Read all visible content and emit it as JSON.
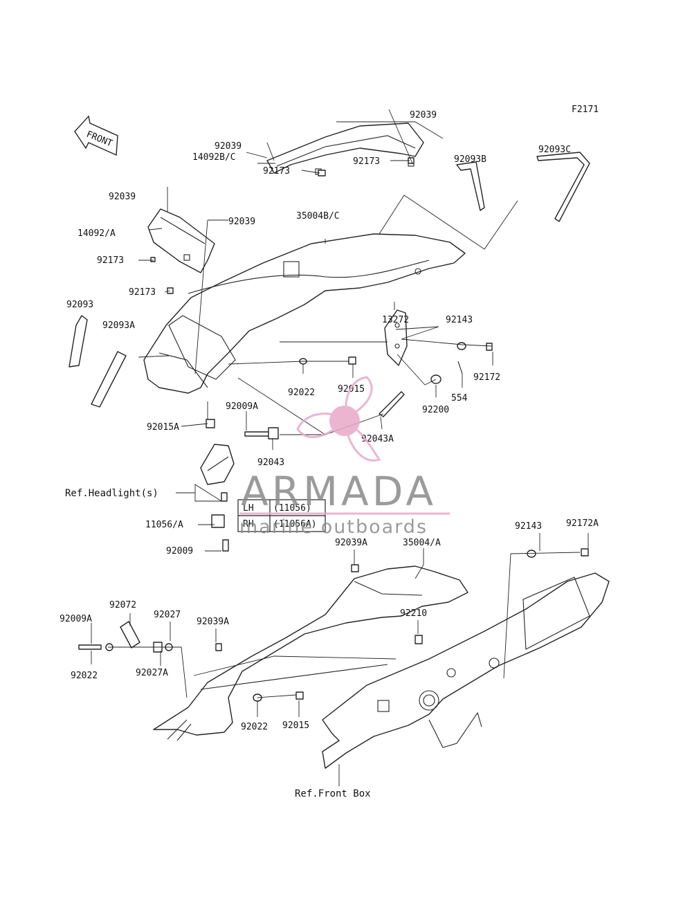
{
  "figure_code": "F2171",
  "front_arrow": "FRONT",
  "callouts": {
    "c92039_top": "92039",
    "c92039_left": "92039",
    "c14092bc": "14092B/C",
    "c92173_a": "92173",
    "c92173_b": "92173",
    "c92093b": "92093B",
    "c92093c": "92093C",
    "c92039_l2": "92039",
    "c14092a": "14092/A",
    "c92039_l3": "92039",
    "c35004bc": "35004B/C",
    "c92173_c": "92173",
    "c92173_d": "92173",
    "c92093": "92093",
    "c92093a": "92093A",
    "c13272": "13272",
    "c92143_a": "92143",
    "c92172": "92172",
    "c92022_a": "92022",
    "c92015_a": "92015",
    "c554": "554",
    "c92200": "92200",
    "c92015a": "92015A",
    "c92009a_a": "92009A",
    "c92043a": "92043A",
    "c92043": "92043",
    "c11056a": "11056/A",
    "c92009": "92009",
    "c92039a_a": "92039A",
    "c35004a": "35004/A",
    "c92143_b": "92143",
    "c92172a": "92172A",
    "c92072": "92072",
    "c92027": "92027",
    "c92009a_b": "92009A",
    "c92039a_b": "92039A",
    "c92210": "92210",
    "c92022_b": "92022",
    "c92027a": "92027A",
    "c92022_c": "92022",
    "c92015_b": "92015"
  },
  "references": {
    "headlight": "Ref.Headlight(s)",
    "front_box": "Ref.Front Box"
  },
  "variant_table": [
    {
      "side": "LH",
      "part": "(11056)"
    },
    {
      "side": "RH",
      "part": "(11056A)"
    }
  ],
  "watermark": {
    "title": "ARMADA",
    "subtitle": "marine outboards",
    "color": "#e8a9c8",
    "text_color": "#8a8a8a"
  }
}
